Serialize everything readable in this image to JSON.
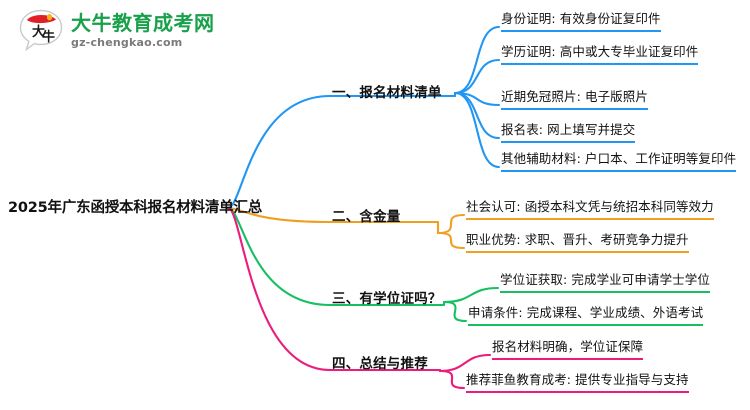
{
  "logo": {
    "mark_name": "daniu-speech-bubble-logo",
    "cn_name": "大牛教育成考网",
    "domain": "gz-chengkao.com",
    "mark_text": "大牛",
    "cn_color": "#18a04a",
    "domain_color": "#7a7a7a",
    "mark_accent_color": "#e01f26"
  },
  "mindmap": {
    "root": "2025年广东函授本科报名材料清单汇总",
    "branches": [
      {
        "id": "branch-1",
        "label": "一、报名材料清单",
        "color": "#2196f3",
        "leaves": [
          "身份证明: 有效身份证复印件",
          "学历证明: 高中或大专毕业证复印件",
          "近期免冠照片: 电子版照片",
          "报名表: 网上填写并提交",
          "其他辅助材料: 户口本、工作证明等复印件"
        ]
      },
      {
        "id": "branch-2",
        "label": "二、含金量",
        "color": "#f0a020",
        "leaves": [
          "社会认可: 函授本科文凭与统招本科同等效力",
          "职业优势: 求职、晋升、考研竞争力提升"
        ]
      },
      {
        "id": "branch-3",
        "label": "三、有学位证吗？",
        "color": "#16c060",
        "leaves": [
          "学位证获取: 完成学业可申请学士学位",
          "申请条件: 完成课程、学业成绩、外语考试"
        ]
      },
      {
        "id": "branch-4",
        "label": "四、总结与推荐",
        "color": "#ec1c7d",
        "leaves": [
          "报名材料明确，学位证保障",
          "推荐菲鱼教育成考: 提供专业指导与支持"
        ]
      }
    ]
  }
}
